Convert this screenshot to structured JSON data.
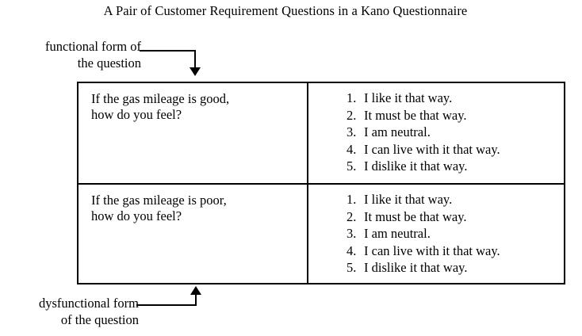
{
  "title": "A Pair of Customer Requirement Questions in a Kano Questionnaire",
  "callouts": {
    "functional": "functional form of\nthe question",
    "functional_line1": "functional form of",
    "functional_line2": "the question",
    "dysfunctional_line1": "dysfunctional form",
    "dysfunctional_line2": "of the question"
  },
  "table": {
    "rows": [
      {
        "name": "functional-question-row",
        "question_line1": "If the gas mileage is good,",
        "question_line2": "how do you feel?",
        "answers": [
          {
            "number": "1.",
            "text": "I like it that way."
          },
          {
            "number": "2.",
            "text": "It must be that way."
          },
          {
            "number": "3.",
            "text": "I am neutral."
          },
          {
            "number": "4.",
            "text": "I can live with it that way."
          },
          {
            "number": "5.",
            "text": "I dislike it that way."
          }
        ]
      },
      {
        "name": "dysfunctional-question-row",
        "question_line1": "If the gas mileage is poor,",
        "question_line2": "how do you feel?",
        "answers": [
          {
            "number": "1.",
            "text": "I like it that way."
          },
          {
            "number": "2.",
            "text": "It must be that way."
          },
          {
            "number": "3.",
            "text": "I am neutral."
          },
          {
            "number": "4.",
            "text": "I can live with it that way."
          },
          {
            "number": "5.",
            "text": "I dislike it that way."
          }
        ]
      }
    ]
  },
  "colors": {
    "ink": "#000000",
    "background": "#ffffff"
  }
}
